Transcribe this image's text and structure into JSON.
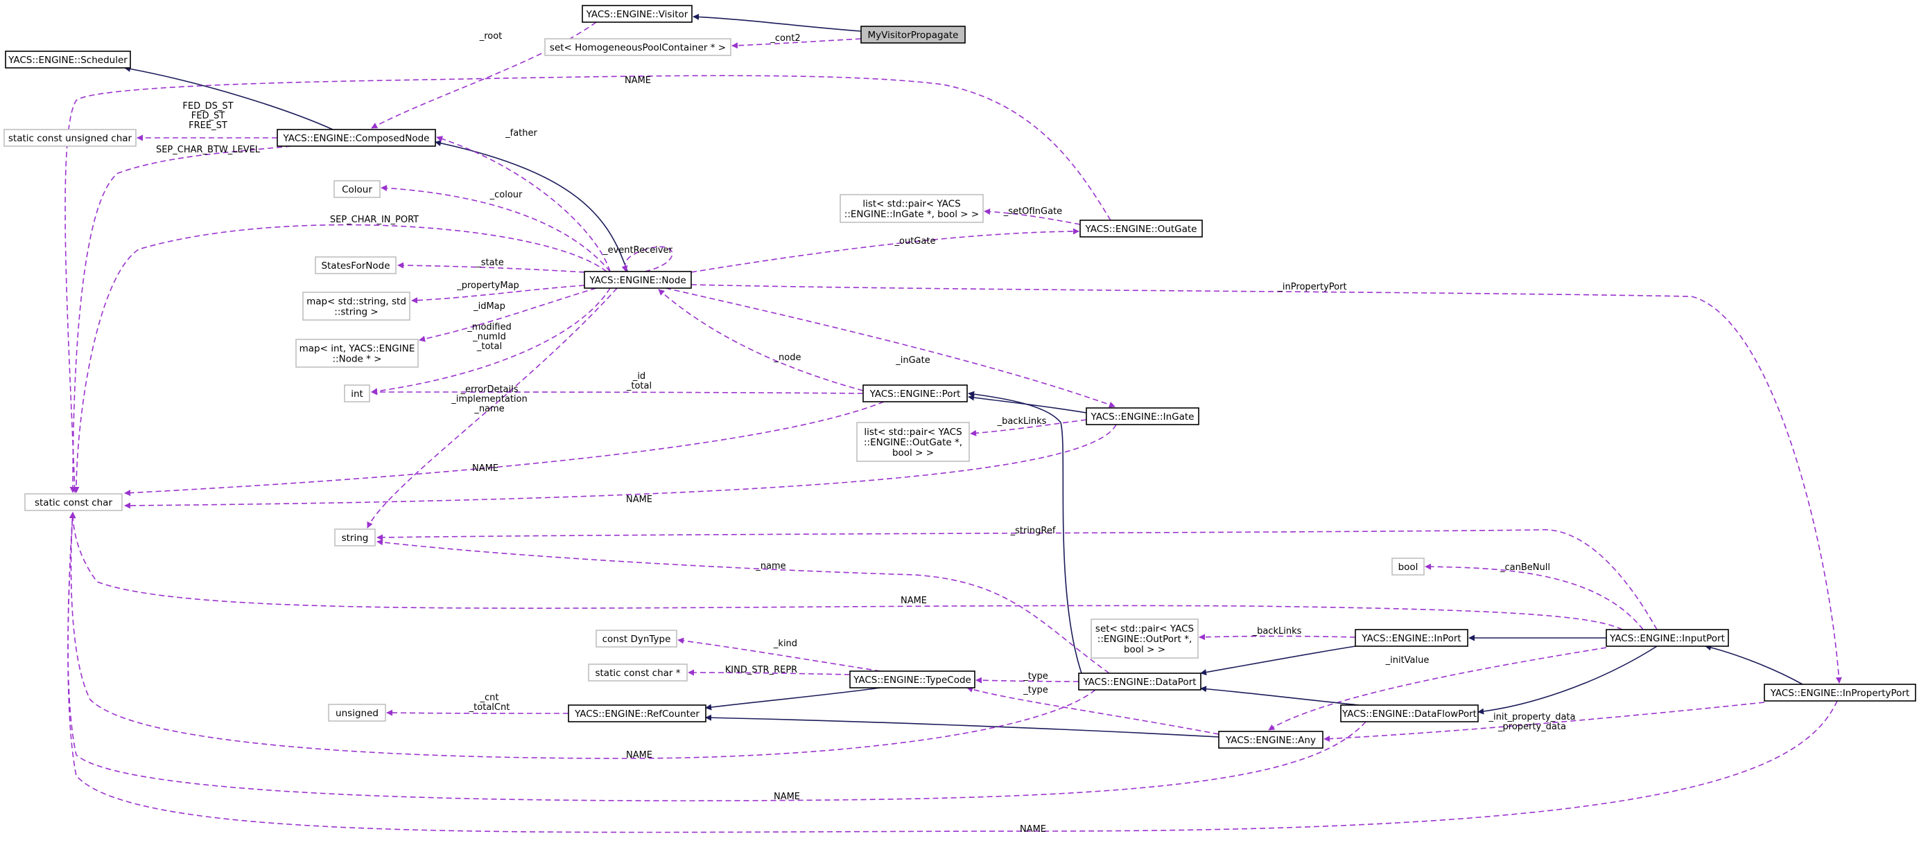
{
  "nodes": {
    "visitor": {
      "lines": [
        "YACS::ENGINE::Visitor"
      ]
    },
    "myvisitor": {
      "lines": [
        "MyVisitorPropagate"
      ]
    },
    "setpool": {
      "lines": [
        "set< HomogeneousPoolContainer * >"
      ]
    },
    "scheduler": {
      "lines": [
        "YACS::ENGINE::Scheduler"
      ]
    },
    "scuc": {
      "lines": [
        "static const unsigned char"
      ]
    },
    "composed": {
      "lines": [
        "YACS::ENGINE::ComposedNode"
      ]
    },
    "colour": {
      "lines": [
        "Colour"
      ]
    },
    "listpair_in": {
      "lines": [
        "list< std::pair< YACS",
        "::ENGINE::InGate *, bool > >"
      ]
    },
    "outgate": {
      "lines": [
        "YACS::ENGINE::OutGate"
      ]
    },
    "statesfornode": {
      "lines": [
        "StatesForNode"
      ]
    },
    "node": {
      "lines": [
        "YACS::ENGINE::Node"
      ]
    },
    "mapstr": {
      "lines": [
        "map< std::string, std",
        "::string >"
      ]
    },
    "mapint": {
      "lines": [
        "map< int, YACS::ENGINE",
        "::Node * >"
      ]
    },
    "int": {
      "lines": [
        "int"
      ]
    },
    "port": {
      "lines": [
        "YACS::ENGINE::Port"
      ]
    },
    "ingate": {
      "lines": [
        "YACS::ENGINE::InGate"
      ]
    },
    "listpair_out": {
      "lines": [
        "list< std::pair< YACS",
        "::ENGINE::OutGate *,",
        "bool > >"
      ]
    },
    "scc": {
      "lines": [
        "static const char"
      ]
    },
    "string": {
      "lines": [
        "string"
      ]
    },
    "bool": {
      "lines": [
        "bool"
      ]
    },
    "setpair": {
      "lines": [
        "set< std::pair< YACS",
        "::ENGINE::OutPort *,",
        "bool > >"
      ]
    },
    "inport": {
      "lines": [
        "YACS::ENGINE::InPort"
      ]
    },
    "inputport": {
      "lines": [
        "YACS::ENGINE::InputPort"
      ]
    },
    "constdyn": {
      "lines": [
        "const DynType"
      ]
    },
    "sccp": {
      "lines": [
        "static const char *"
      ]
    },
    "typecode": {
      "lines": [
        "YACS::ENGINE::TypeCode"
      ]
    },
    "dataport": {
      "lines": [
        "YACS::ENGINE::DataPort"
      ]
    },
    "unsigned": {
      "lines": [
        "unsigned"
      ]
    },
    "refcounter": {
      "lines": [
        "YACS::ENGINE::RefCounter"
      ]
    },
    "dataflowport": {
      "lines": [
        "YACS::ENGINE::DataFlowPort"
      ]
    },
    "inpropertyport": {
      "lines": [
        "YACS::ENGINE::InPropertyPort"
      ]
    },
    "any": {
      "lines": [
        "YACS::ENGINE::Any"
      ]
    }
  },
  "edges": {
    "e_cont2": {
      "lines": [
        "_cont2"
      ]
    },
    "e_root": {
      "lines": [
        "_root"
      ]
    },
    "e_name_outgate": {
      "lines": [
        "NAME"
      ]
    },
    "e_fed": {
      "lines": [
        "FED_DS_ST",
        "FED_ST",
        "FREE_ST"
      ]
    },
    "e_sepbtw": {
      "lines": [
        "SEP_CHAR_BTW_LEVEL"
      ]
    },
    "e_father": {
      "lines": [
        "_father"
      ]
    },
    "e_colour": {
      "lines": [
        "_colour"
      ]
    },
    "e_setofingate": {
      "lines": [
        "_setOfInGate"
      ]
    },
    "e_sepinport": {
      "lines": [
        "SEP_CHAR_IN_PORT"
      ]
    },
    "e_eventreceiver": {
      "lines": [
        "_eventReceiver"
      ]
    },
    "e_state": {
      "lines": [
        "_state"
      ]
    },
    "e_outgate": {
      "lines": [
        "_outGate"
      ]
    },
    "e_propertymap": {
      "lines": [
        "_propertyMap"
      ]
    },
    "e_inpropertyport": {
      "lines": [
        "_inPropertyPort"
      ]
    },
    "e_idmap": {
      "lines": [
        "_idMap"
      ]
    },
    "e_modified": {
      "lines": [
        "_modified",
        "_numId",
        "_total"
      ]
    },
    "e_ingate": {
      "lines": [
        "_inGate"
      ]
    },
    "e_node": {
      "lines": [
        "_node"
      ]
    },
    "e_id": {
      "lines": [
        "_id",
        "_total"
      ]
    },
    "e_errordetails": {
      "lines": [
        "_errorDetails",
        "_implementation",
        "_name"
      ]
    },
    "e_backlinks_in": {
      "lines": [
        "_backLinks"
      ]
    },
    "e_name_port": {
      "lines": [
        "NAME"
      ]
    },
    "e_name_ingate": {
      "lines": [
        "NAME"
      ]
    },
    "e_stringref": {
      "lines": [
        "_stringRef"
      ]
    },
    "e_name_dataport": {
      "lines": [
        "_name"
      ]
    },
    "e_canbenull": {
      "lines": [
        "_canBeNull"
      ]
    },
    "e_name_inputport": {
      "lines": [
        "NAME"
      ]
    },
    "e_backlinks_set": {
      "lines": [
        "_backLinks"
      ]
    },
    "e_kind": {
      "lines": [
        "_kind"
      ]
    },
    "e_initvalue": {
      "lines": [
        "_initValue"
      ]
    },
    "e_kindstr": {
      "lines": [
        "KIND_STR_REPR"
      ]
    },
    "e_type_dp": {
      "lines": [
        "_type"
      ]
    },
    "e_type_any": {
      "lines": [
        "_type"
      ]
    },
    "e_cnt": {
      "lines": [
        "_cnt",
        "_totalCnt"
      ]
    },
    "e_initprop": {
      "lines": [
        "_init_property_data",
        "_property_data"
      ]
    },
    "e_name_refcounter": {
      "lines": [
        "NAME"
      ]
    },
    "e_name_dataflow": {
      "lines": [
        "NAME"
      ]
    },
    "e_name_inprop": {
      "lines": [
        "NAME"
      ]
    }
  }
}
